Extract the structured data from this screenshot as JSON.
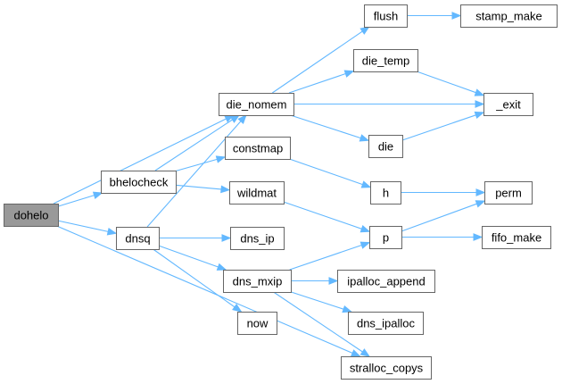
{
  "graph": {
    "root": "dohelo",
    "nodes": [
      {
        "id": "dohelo",
        "label": "dohelo"
      },
      {
        "id": "bhelocheck",
        "label": "bhelocheck"
      },
      {
        "id": "dnsq",
        "label": "dnsq"
      },
      {
        "id": "die_nomem",
        "label": "die_nomem"
      },
      {
        "id": "constmap",
        "label": "constmap"
      },
      {
        "id": "wildmat",
        "label": "wildmat"
      },
      {
        "id": "dns_ip",
        "label": "dns_ip"
      },
      {
        "id": "dns_mxip",
        "label": "dns_mxip"
      },
      {
        "id": "now",
        "label": "now"
      },
      {
        "id": "flush",
        "label": "flush"
      },
      {
        "id": "die_temp",
        "label": "die_temp"
      },
      {
        "id": "die",
        "label": "die"
      },
      {
        "id": "h",
        "label": "h"
      },
      {
        "id": "p",
        "label": "p"
      },
      {
        "id": "ipalloc_append",
        "label": "ipalloc_append"
      },
      {
        "id": "dns_ipalloc",
        "label": "dns_ipalloc"
      },
      {
        "id": "stralloc_copys",
        "label": "stralloc_copys"
      },
      {
        "id": "stamp_make",
        "label": "stamp_make"
      },
      {
        "id": "_exit",
        "label": "_exit"
      },
      {
        "id": "perm",
        "label": "perm"
      },
      {
        "id": "fifo_make",
        "label": "fifo_make"
      }
    ],
    "edges": [
      {
        "from": "dohelo",
        "to": "bhelocheck"
      },
      {
        "from": "dohelo",
        "to": "die_nomem"
      },
      {
        "from": "dohelo",
        "to": "dnsq"
      },
      {
        "from": "dohelo",
        "to": "stralloc_copys"
      },
      {
        "from": "bhelocheck",
        "to": "die_nomem"
      },
      {
        "from": "bhelocheck",
        "to": "constmap"
      },
      {
        "from": "bhelocheck",
        "to": "wildmat"
      },
      {
        "from": "dnsq",
        "to": "die_nomem"
      },
      {
        "from": "dnsq",
        "to": "dns_ip"
      },
      {
        "from": "dnsq",
        "to": "dns_mxip"
      },
      {
        "from": "dnsq",
        "to": "now"
      },
      {
        "from": "die_nomem",
        "to": "flush"
      },
      {
        "from": "die_nomem",
        "to": "die_temp"
      },
      {
        "from": "die_nomem",
        "to": "_exit"
      },
      {
        "from": "die_nomem",
        "to": "die"
      },
      {
        "from": "flush",
        "to": "stamp_make"
      },
      {
        "from": "die_temp",
        "to": "_exit"
      },
      {
        "from": "die",
        "to": "_exit"
      },
      {
        "from": "constmap",
        "to": "h"
      },
      {
        "from": "h",
        "to": "perm"
      },
      {
        "from": "wildmat",
        "to": "p"
      },
      {
        "from": "dns_mxip",
        "to": "p"
      },
      {
        "from": "dns_mxip",
        "to": "ipalloc_append"
      },
      {
        "from": "dns_mxip",
        "to": "dns_ipalloc"
      },
      {
        "from": "dns_mxip",
        "to": "stralloc_copys"
      },
      {
        "from": "p",
        "to": "perm"
      },
      {
        "from": "p",
        "to": "fifo_make"
      }
    ]
  },
  "colors": {
    "edge": "#63b8ff",
    "node_border": "#666666",
    "root_fill": "#999999",
    "node_fill": "#ffffff"
  }
}
